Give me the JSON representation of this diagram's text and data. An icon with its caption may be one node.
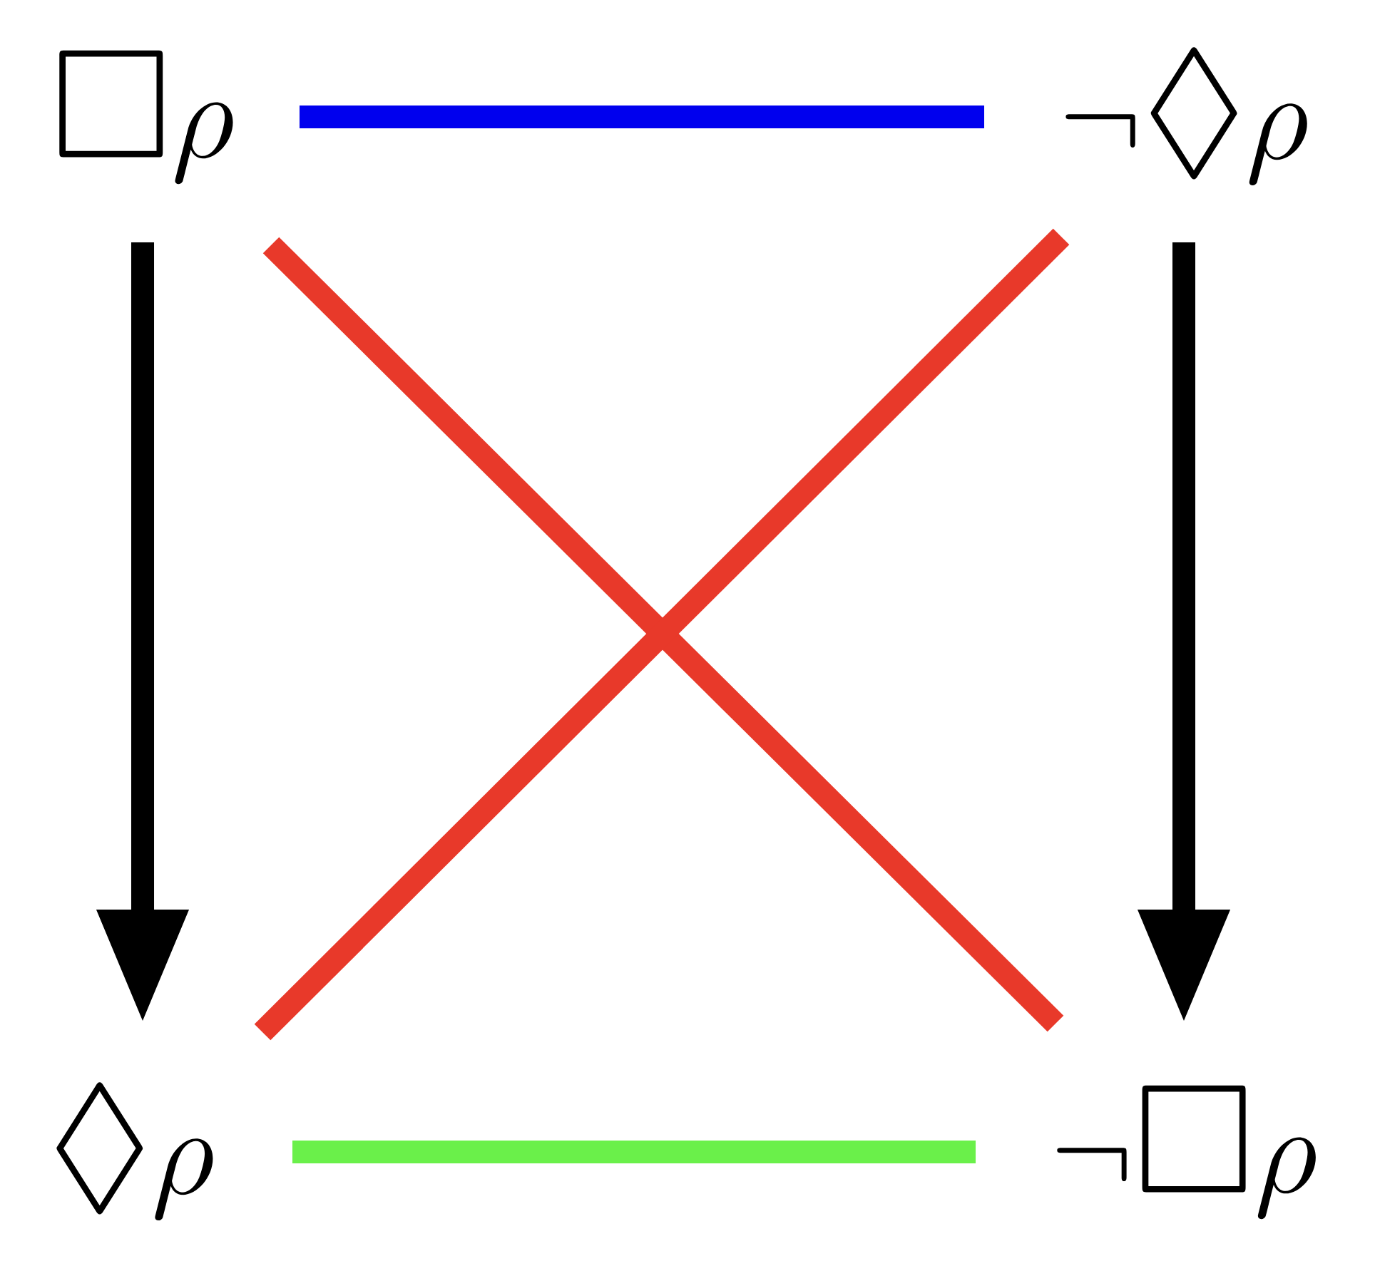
{
  "diagram": {
    "nodes": [
      {
        "text": [
          "\\Box\\rho"
        ]
      },
      {
        "text": [
          "\\neg\\Diamond\\rho"
        ]
      },
      {
        "text": [
          "\\Diamond\\rho"
        ]
      },
      {
        "text": [
          "\\neg\\Box\\rho"
        ]
      }
    ],
    "edges": [
      {
        "from": 0,
        "to": 1,
        "arrow": "none",
        "color": "#0000ee"
      },
      {
        "from": 0,
        "to": 2,
        "arrow": "to"
      },
      {
        "from": 1,
        "to": 3,
        "arrow": "to"
      },
      {
        "from": 0,
        "to": 3,
        "arrow": "none",
        "color": "#e8392a"
      },
      {
        "from": 1,
        "to": 2,
        "arrow": "none",
        "color": "#e8392a"
      },
      {
        "from": 2,
        "to": 3,
        "arrow": "none",
        "color": "#6af04a"
      }
    ]
  }
}
